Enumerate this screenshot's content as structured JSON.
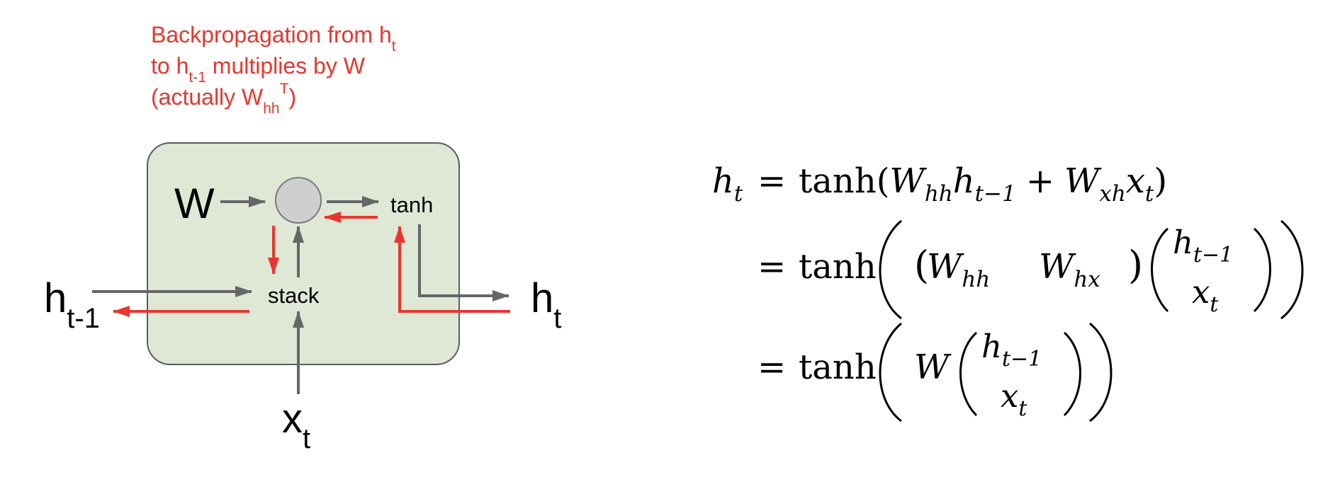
{
  "annotation": {
    "line1_prefix": "Backpropagation from h",
    "line1_sub": "t",
    "line2_prefix": "to h",
    "line2_sub": "t-1",
    "line2_suffix": " multiplies by W",
    "line3_prefix": "(actually W",
    "line3_sub": "hh",
    "line3_sup": "T",
    "line3_suffix": ")",
    "color": "#e8362e"
  },
  "cell": {
    "fill": "#dfe8d5",
    "stroke": "#5c5c5c",
    "node_fill": "#cfcfcf",
    "arrow_color": "#666666",
    "backprop_color": "#e8362e",
    "labels": {
      "w": "W",
      "tanh": "tanh",
      "stack": "stack",
      "h_prev_main": "h",
      "h_prev_sub": "t-1",
      "h_t_main": "h",
      "h_t_sub": "t",
      "x_t_main": "x",
      "x_t_sub": "t"
    }
  },
  "equations": {
    "eq": "=",
    "plus": "+",
    "tanh": "tanh",
    "h": "h",
    "t": "t",
    "t_minus_1": "t−1",
    "W": "W",
    "hh": "hh",
    "xh": "xh",
    "hx": "hx",
    "x": "x"
  }
}
